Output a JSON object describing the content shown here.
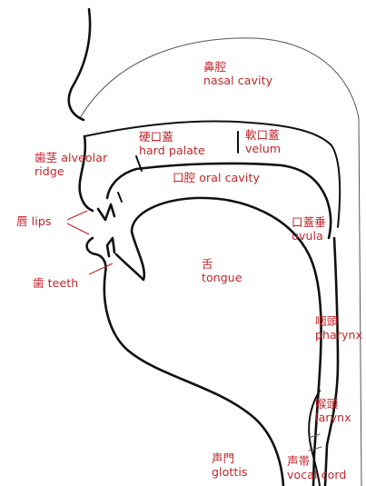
{
  "labels": {
    "nasal_cavity": {
      "ja": "鼻腔",
      "en": "nasal cavity"
    },
    "hard_palate": {
      "ja": "硬口蓋",
      "en": "hard palate"
    },
    "velum": {
      "ja": "軟口蓋",
      "en": "velum"
    },
    "alveolar_ridge": {
      "line1": "歯茎 alveolar",
      "line2": "ridge"
    },
    "oral_cavity": "口腔 oral cavity",
    "lips": "唇   lips",
    "uvula": {
      "ja": "口蓋垂",
      "en": "uvula"
    },
    "tongue": {
      "ja": "舌",
      "en": "tongue"
    },
    "teeth": "歯 teeth",
    "pharynx": {
      "ja": "咽頭",
      "en": "pharynx"
    },
    "larynx": {
      "ja": "喉頭",
      "en": "larynx"
    },
    "glottis": {
      "ja": "声門",
      "en": "glottis"
    },
    "vocal_cord": {
      "ja": "声帯",
      "en": "vocal cord"
    }
  },
  "colors": {
    "label": "#c0242a",
    "outline": "#111111",
    "background": "#ffffff"
  }
}
